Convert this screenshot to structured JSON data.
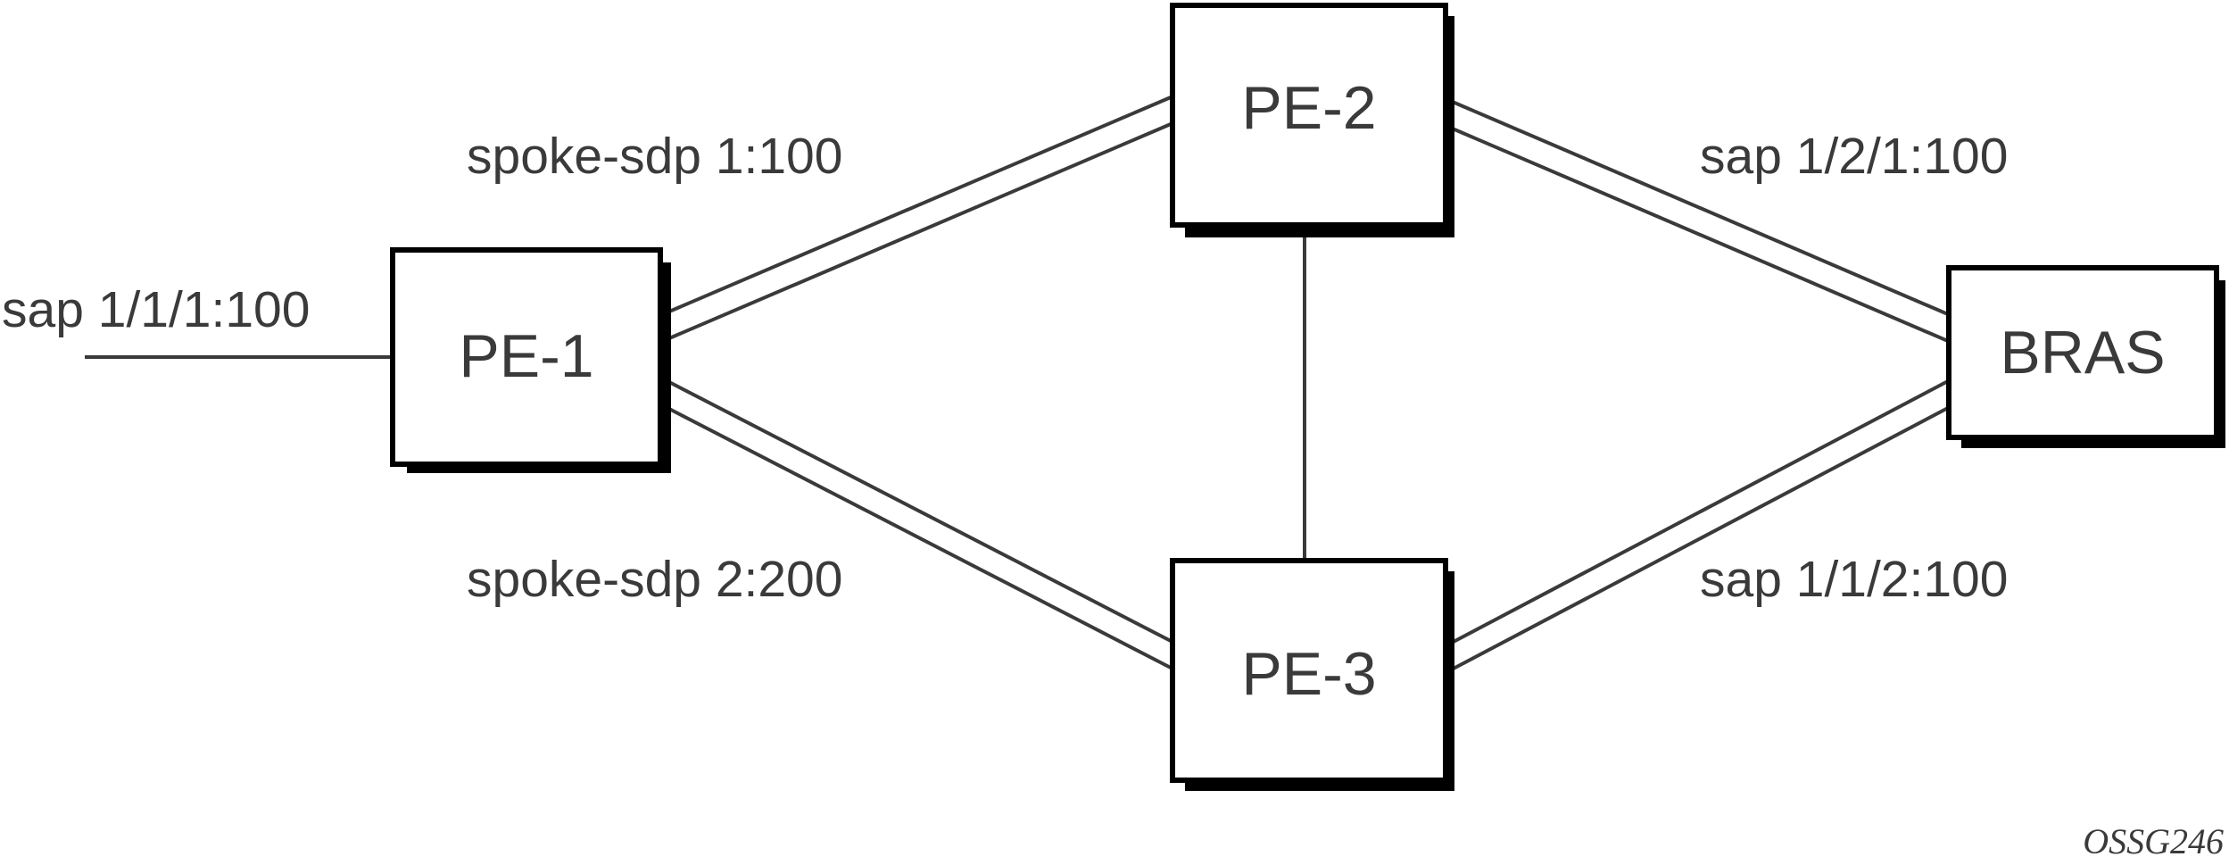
{
  "nodes": {
    "pe1": "PE-1",
    "pe2": "PE-2",
    "pe3": "PE-3",
    "bras": "BRAS"
  },
  "labels": {
    "sap_pe1": "sap 1/1/1:100",
    "spoke_pe1_pe2": "spoke-sdp 1:100",
    "spoke_pe1_pe3": "spoke-sdp 2:200",
    "sap_pe2_bras": "sap 1/2/1:100",
    "sap_pe3_bras": "sap 1/1/2:100"
  },
  "figure_id": "OSSG246",
  "colors": {
    "line": "#3a3a3a",
    "box_border": "#000000",
    "text": "#3a3a3a"
  }
}
